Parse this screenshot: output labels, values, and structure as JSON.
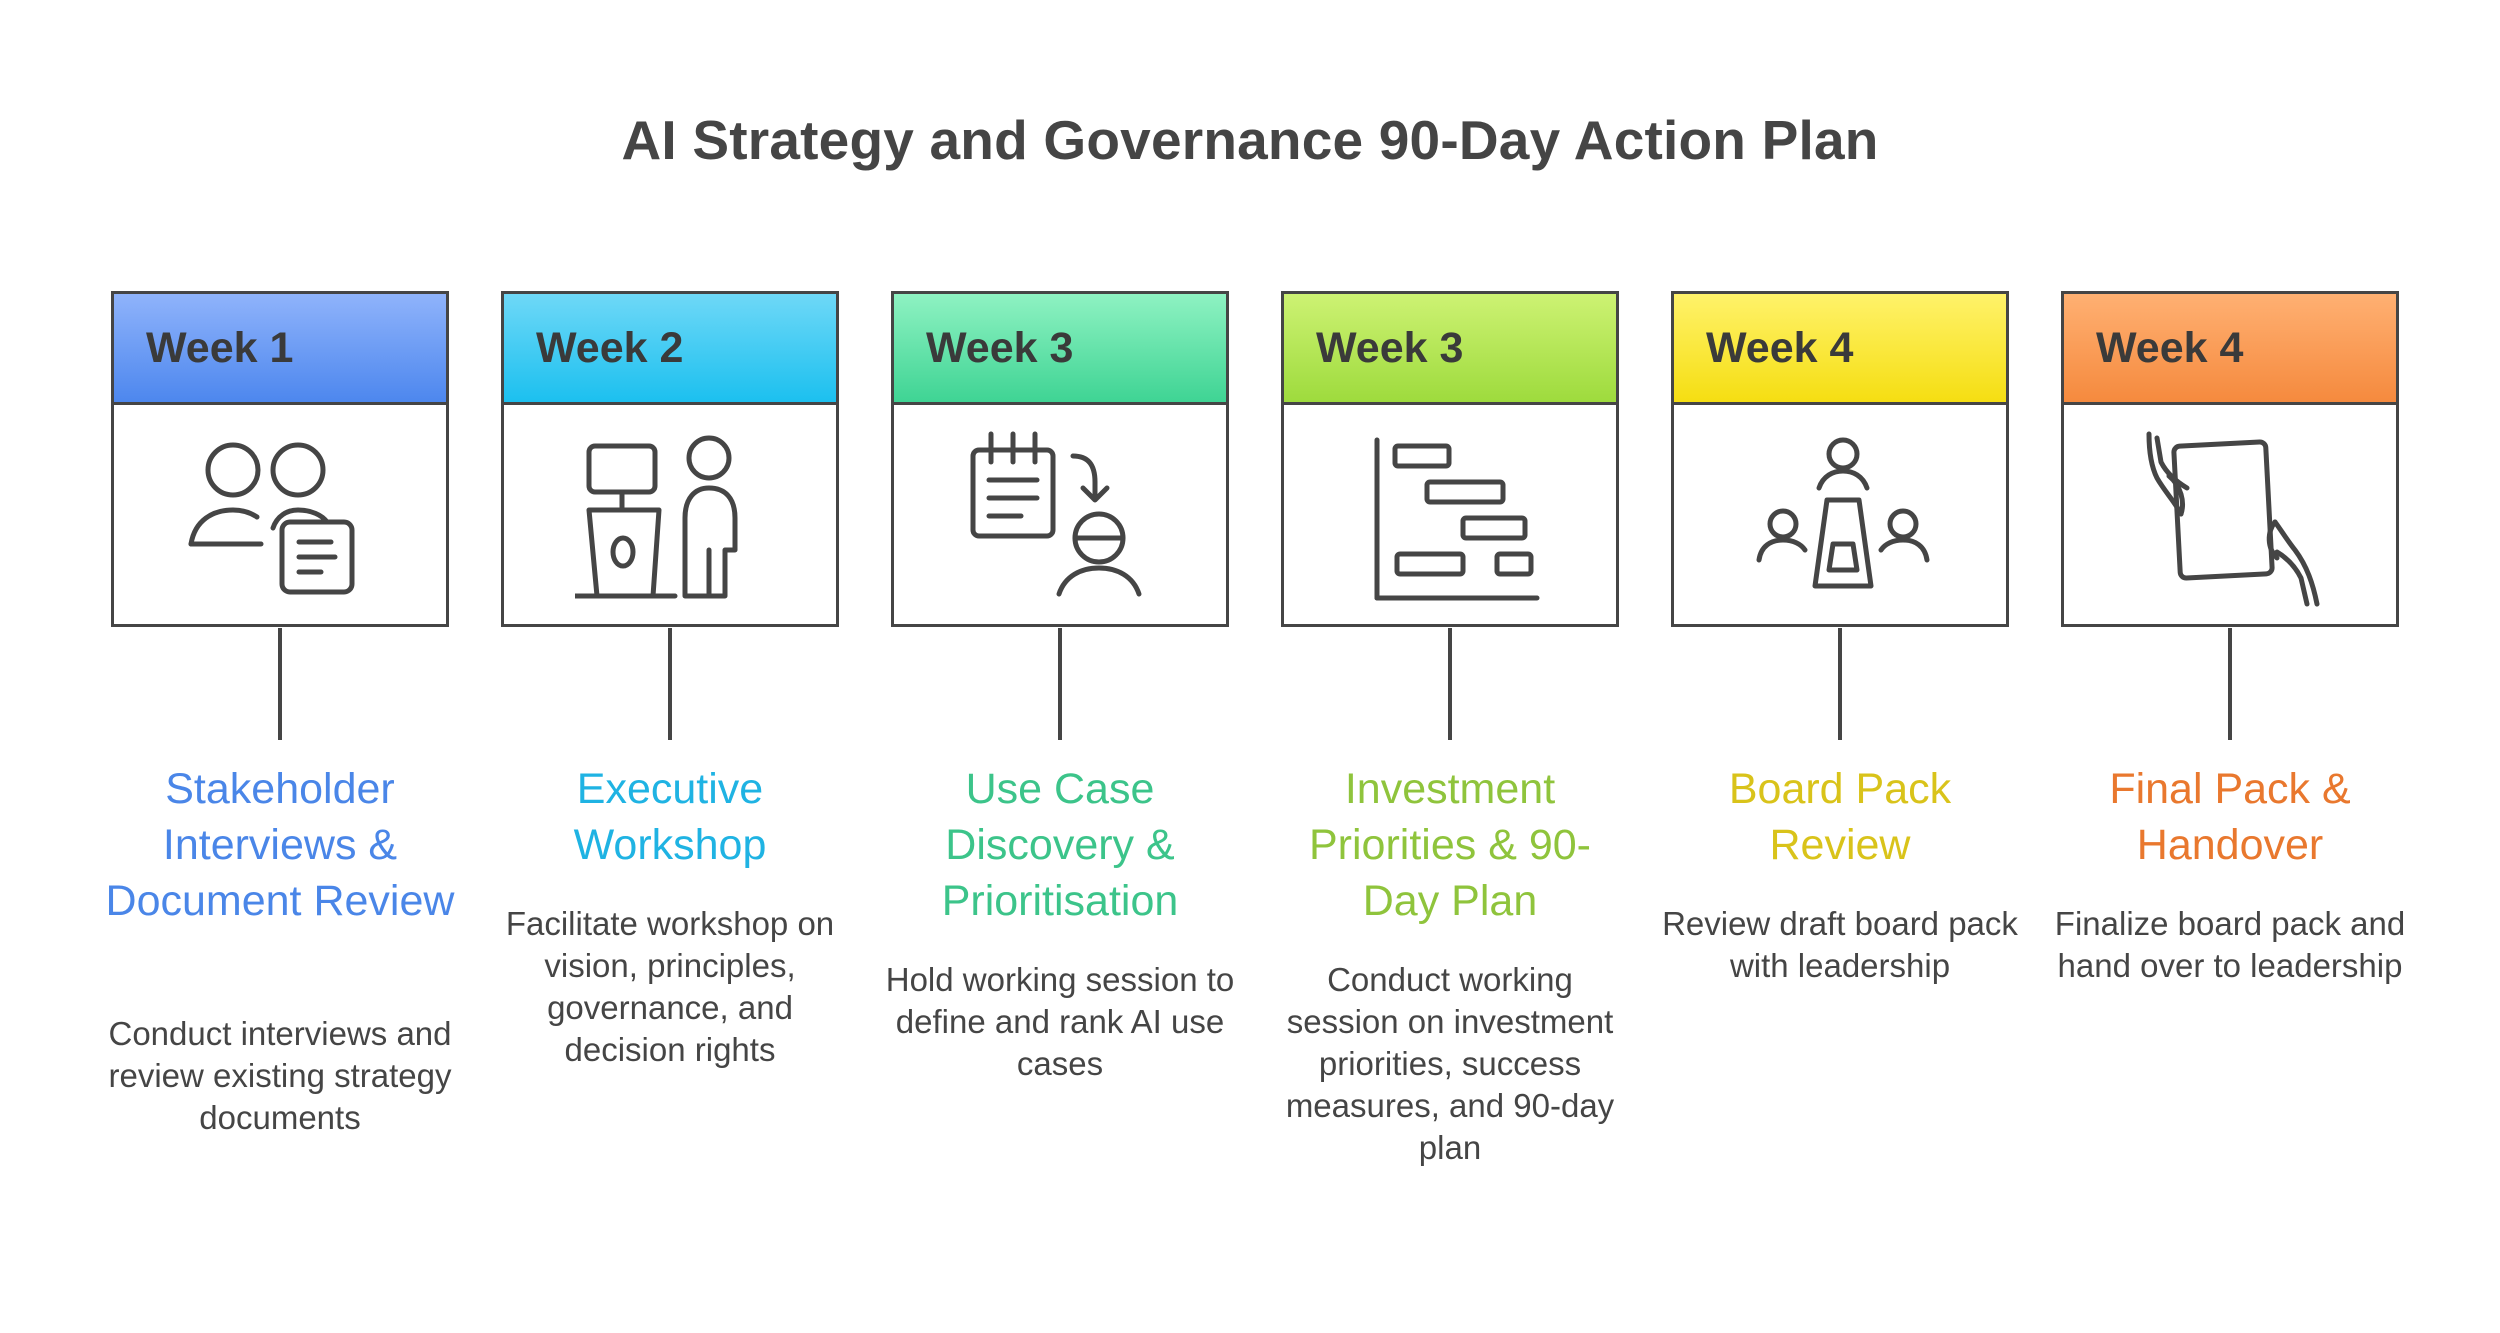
{
  "title": "AI Strategy and Governance 90-Day Action Plan",
  "steps": [
    {
      "week": "Week 1",
      "title": "Stakeholder Interviews & Document Review",
      "description": "Conduct interviews and review existing strategy documents",
      "icon": "stakeholders-document-icon",
      "color": "#4a86e8",
      "header_gradient": [
        "#8fb3fb",
        "#4d87ee"
      ]
    },
    {
      "week": "Week 2",
      "title": "Executive Workshop",
      "description": "Facilitate workshop on vision, principles, governance, and decision rights",
      "icon": "presenter-podium-icon",
      "color": "#1fb3e3",
      "header_gradient": [
        "#6ed8f7",
        "#1cc0ef"
      ]
    },
    {
      "week": "Week 3",
      "title": "Use Case Discovery & Prioritisation",
      "description": "Hold working session to define and rank AI use cases",
      "icon": "calendar-person-icon",
      "color": "#3cc48a",
      "header_gradient": [
        "#8ef2c2",
        "#3fd494"
      ]
    },
    {
      "week": "Week 3",
      "title": "Investment Priorities & 90-Day Plan",
      "description": "Conduct working session on investment priorities, success measures, and 90-day plan",
      "icon": "gantt-chart-icon",
      "color": "#8fc43c",
      "header_gradient": [
        "#cdf273",
        "#9edb3d"
      ]
    },
    {
      "week": "Week 4",
      "title": "Board Pack Review",
      "description": "Review draft board pack with leadership",
      "icon": "boardroom-meeting-icon",
      "color": "#d9c31a",
      "header_gradient": [
        "#fff26a",
        "#f5de12"
      ]
    },
    {
      "week": "Week 4",
      "title": "Final Pack & Handover",
      "description": "Finalize board pack and hand over to leadership",
      "icon": "tablet-handover-icon",
      "color": "#e9782e",
      "header_gradient": [
        "#ffb072",
        "#f58a3e"
      ]
    }
  ]
}
